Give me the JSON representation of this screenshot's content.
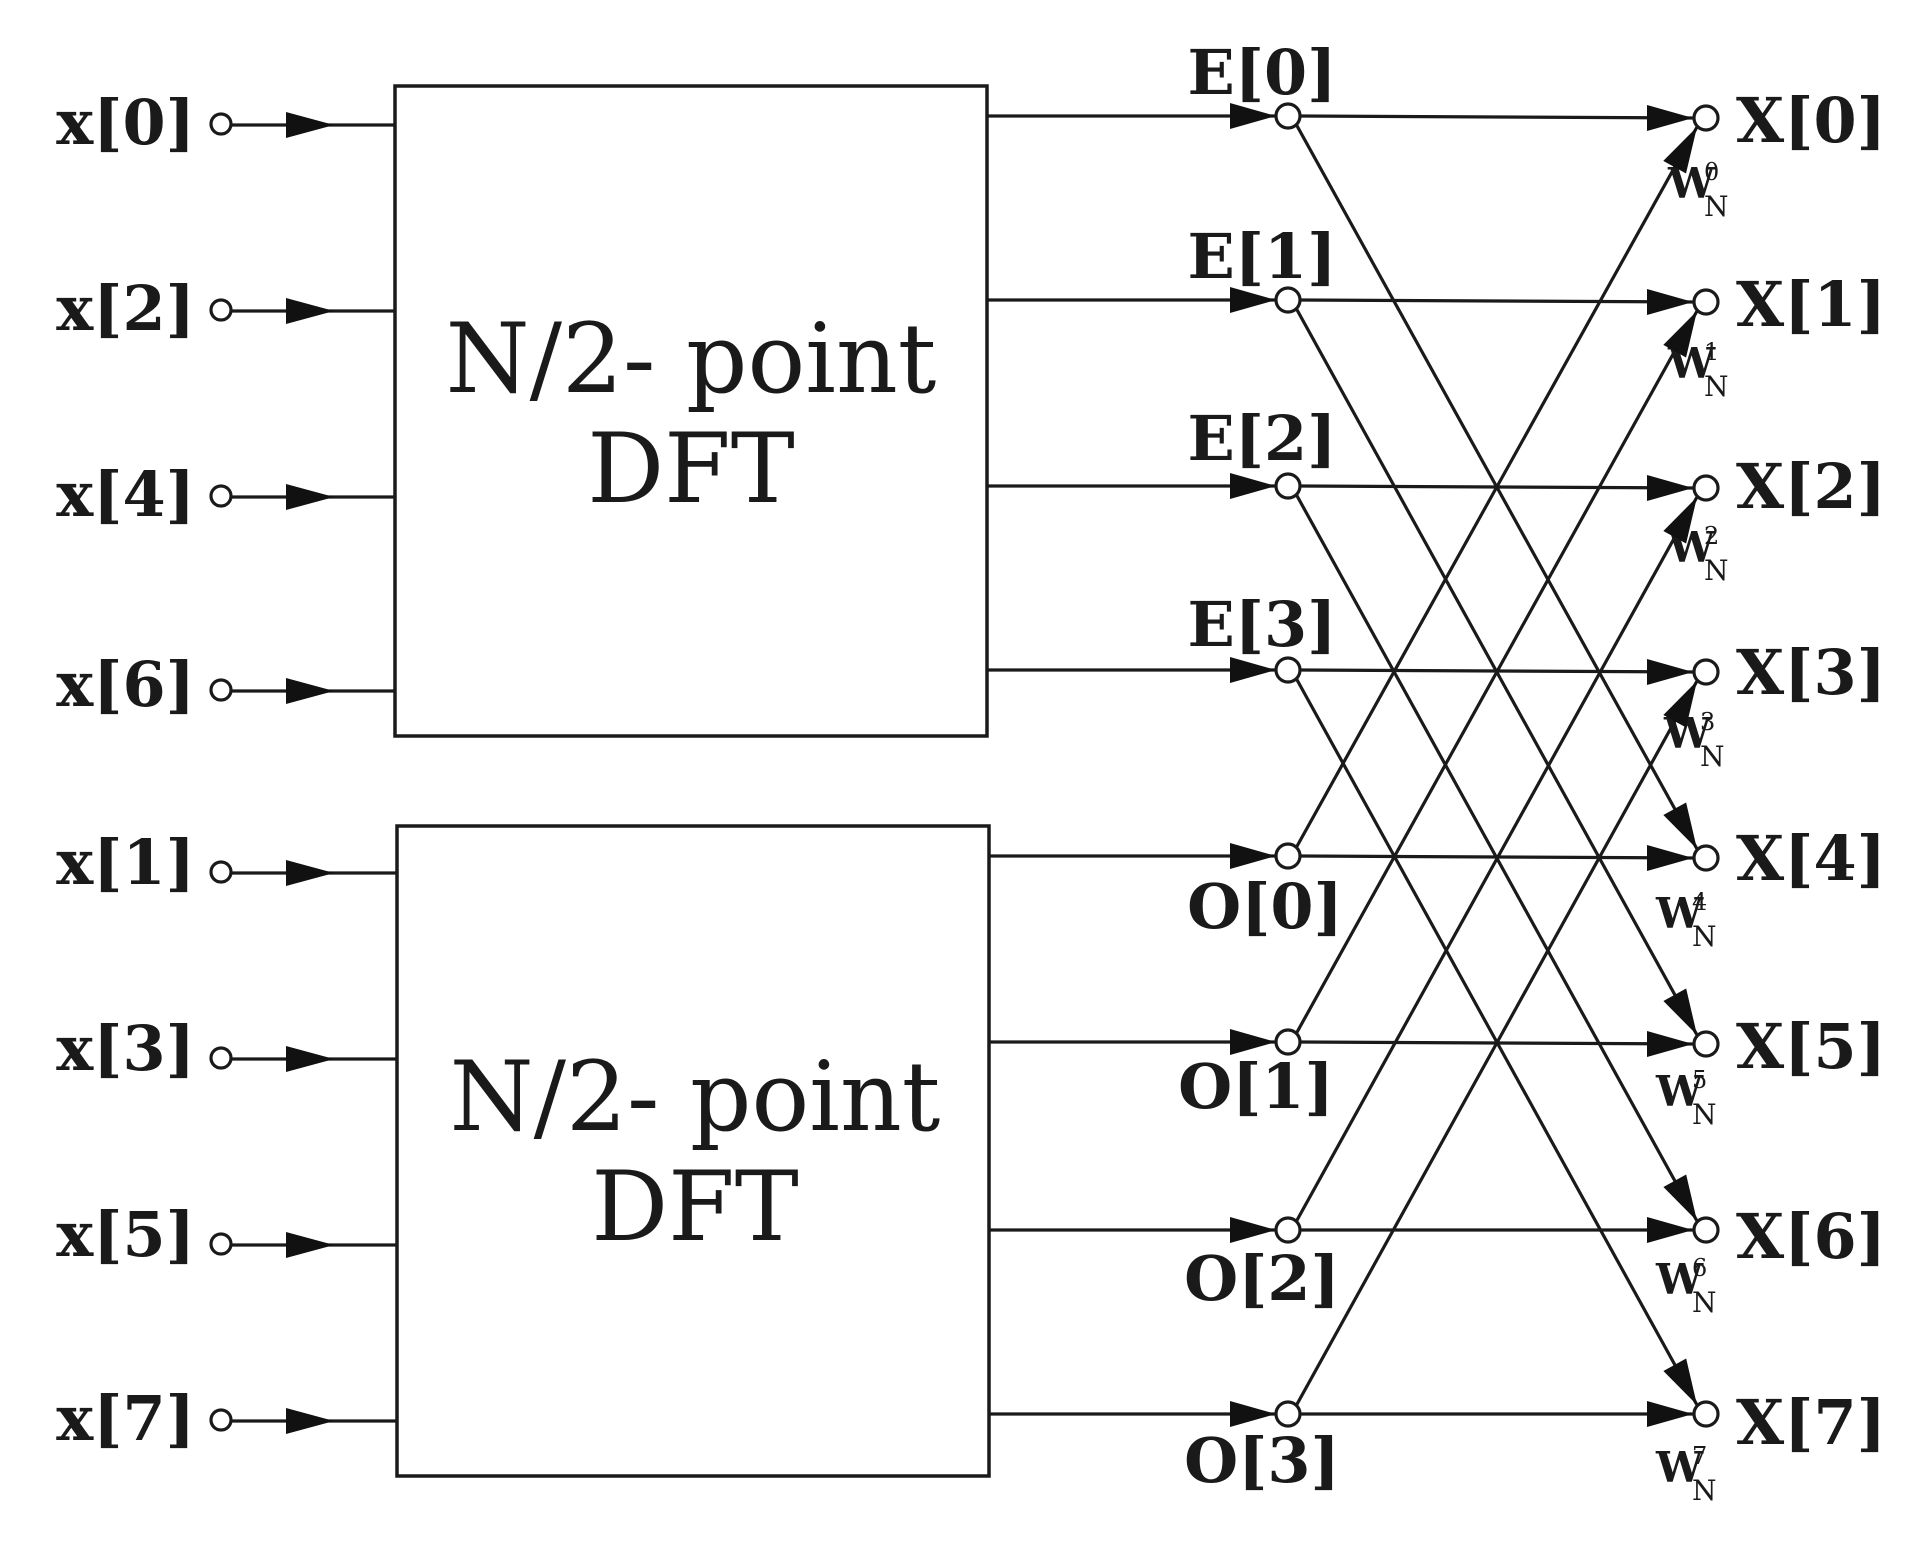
{
  "inputs": {
    "top": [
      "x[0]",
      "x[2]",
      "x[4]",
      "x[6]"
    ],
    "bottom": [
      "x[1]",
      "x[3]",
      "x[5]",
      "x[7]"
    ]
  },
  "blocks": {
    "top": {
      "line1": "N/2- point",
      "line2": "DFT"
    },
    "bottom": {
      "line1": "N/2- point",
      "line2": "DFT"
    }
  },
  "even_outputs": [
    "E[0]",
    "E[1]",
    "E[2]",
    "E[3]"
  ],
  "odd_outputs": [
    "O[0]",
    "O[1]",
    "O[2]",
    "O[3]"
  ],
  "outputs": [
    "X[0]",
    "X[1]",
    "X[2]",
    "X[3]",
    "X[4]",
    "X[5]",
    "X[6]",
    "X[7]"
  ],
  "twiddles": [
    {
      "base": "W",
      "sub": "N",
      "sup": "0"
    },
    {
      "base": "W",
      "sub": "N",
      "sup": "1"
    },
    {
      "base": "W",
      "sub": "N",
      "sup": "2"
    },
    {
      "base": "W",
      "sub": "N",
      "sup": "3"
    },
    {
      "base": "W",
      "sub": "N",
      "sup": "4"
    },
    {
      "base": "W",
      "sub": "N",
      "sup": "5"
    },
    {
      "base": "W",
      "sub": "N",
      "sup": "6"
    },
    {
      "base": "W",
      "sub": "N",
      "sup": "7"
    }
  ]
}
